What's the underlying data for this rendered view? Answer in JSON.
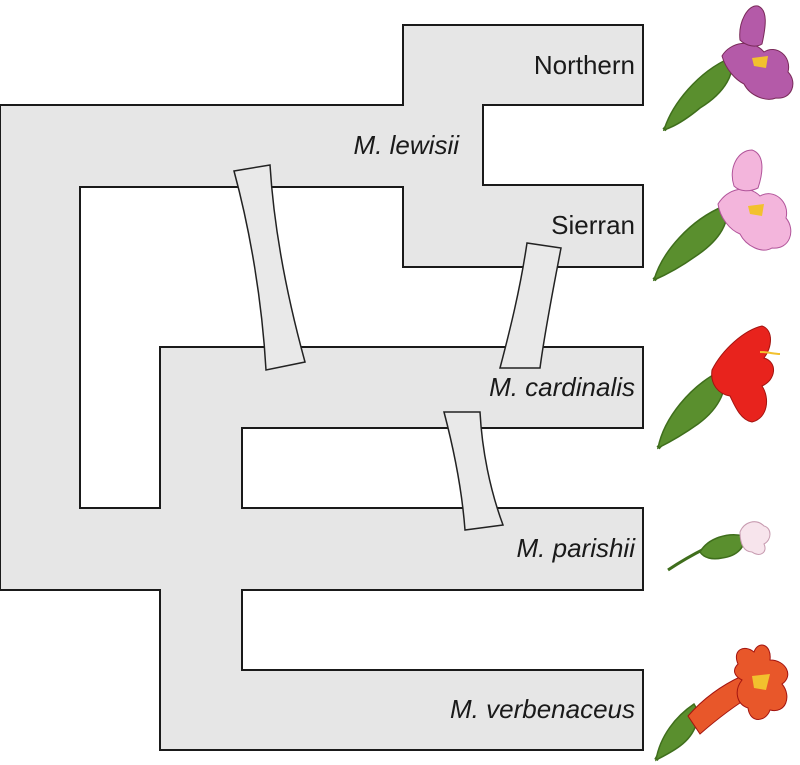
{
  "labels": {
    "northern": "Northern",
    "lewisii": "M. lewisii",
    "sierran": "Sierran",
    "cardinalis": "M. cardinalis",
    "parishii": "M. parishii",
    "verbenaceus": "M. verbenaceus"
  },
  "colors": {
    "tree_fill": "#e6e6e6",
    "tree_stroke": "#1a1a1a",
    "gene_flow_fill": "#e9e9e9",
    "gene_flow_stroke": "#222222",
    "leaf_green": "#5a8f2e",
    "leaf_dark": "#3f6e1c",
    "magenta_flower": "#b45aa8",
    "pink_flower": "#f3b5dc",
    "red_flower": "#e8231d",
    "white_flower": "#f7e4ec",
    "orange_flower": "#e8572a",
    "nectar_guide": "#f2c12e"
  },
  "icons": {
    "northern": "purple-mimulus-flower-icon",
    "sierran": "pink-mimulus-flower-icon",
    "cardinalis": "red-mimulus-flower-icon",
    "parishii": "white-small-mimulus-flower-icon",
    "verbenaceus": "orange-red-mimulus-flower-icon"
  }
}
